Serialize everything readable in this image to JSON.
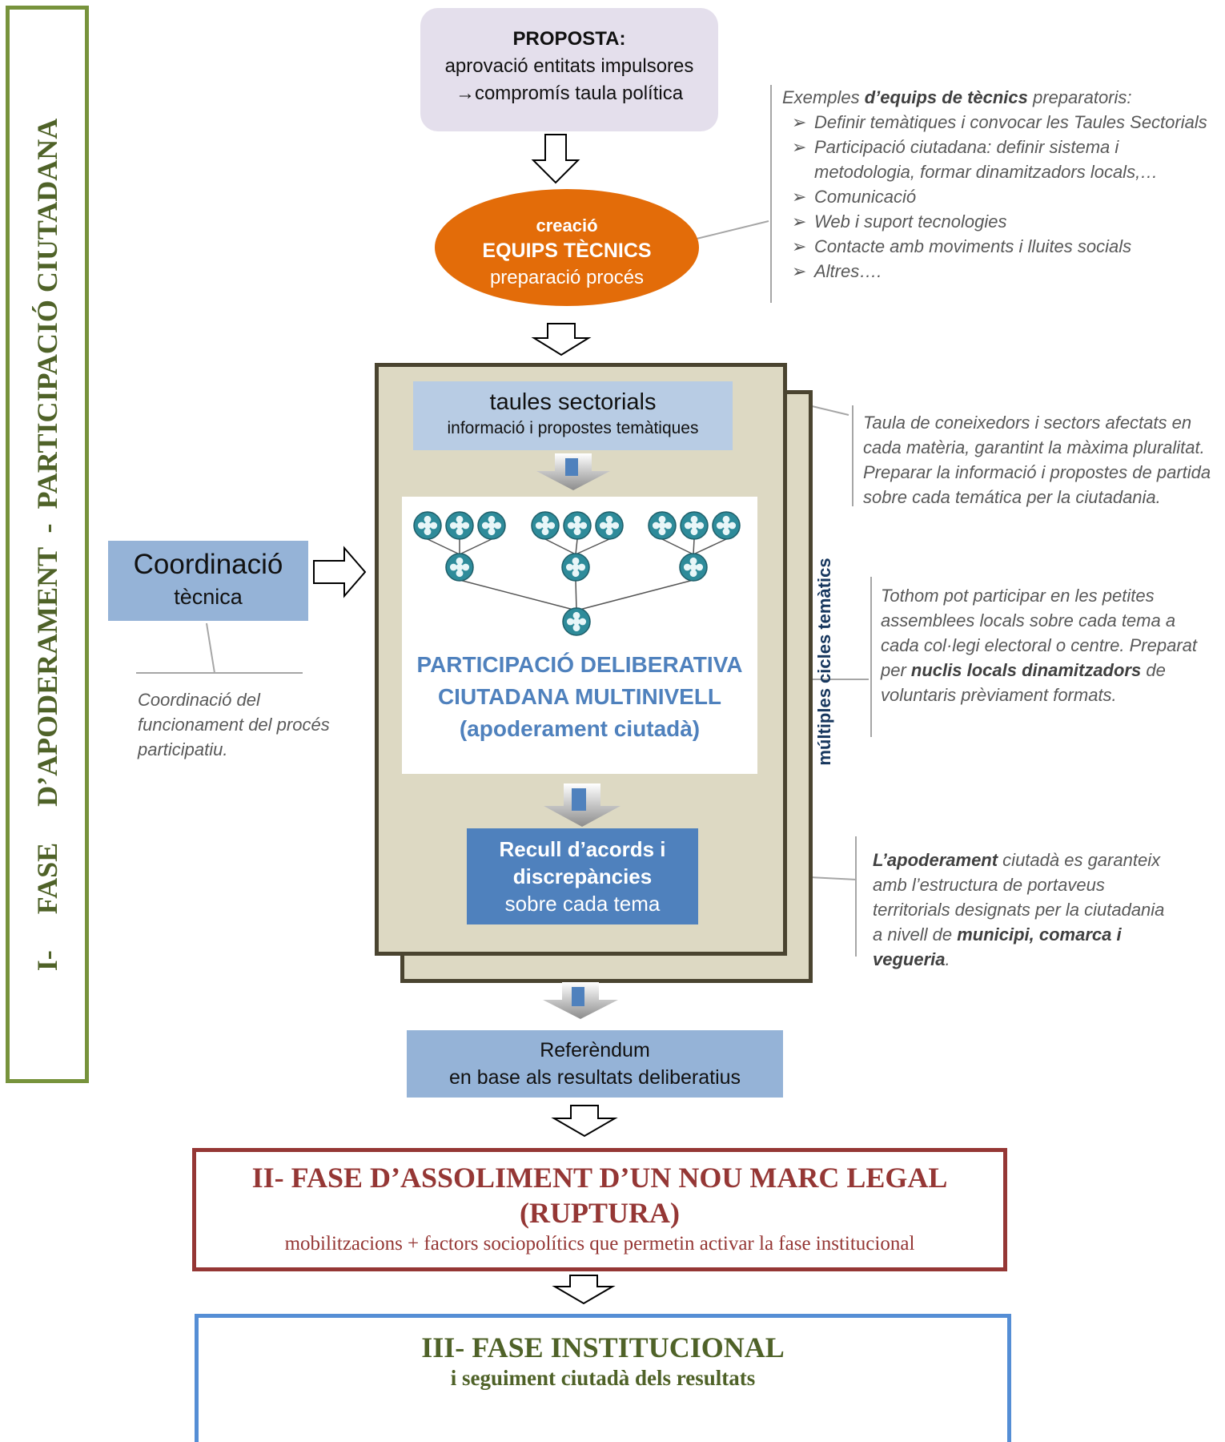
{
  "phase1": {
    "title": "I-     FASE     D’APODERAMENT  -  PARTICIPACIÓ CIUTADANA"
  },
  "proposta": {
    "heading": "PROPOSTA:",
    "line1": "aprovació entitats impulsores",
    "line2": "→compromís taula política"
  },
  "equips": {
    "line1": "creació",
    "line2": "EQUIPS TÈCNICS",
    "line3": "preparació procés"
  },
  "equips_note": {
    "intro_pre": "Exemples ",
    "intro_bold": "d’equips de tècnics",
    "intro_post": " preparatoris:",
    "bullet": "➢",
    "items": [
      "Definir temàtiques i convocar les Taules Sectorials",
      "Participació ciutadana: definir sistema i metodologia, formar dinamitzadors locals,…",
      "Comunicació",
      "Web i suport tecnologies",
      "Contacte amb moviments i lluites socials",
      "Altres…."
    ]
  },
  "taules": {
    "title": "taules sectorials",
    "subtitle": "informació i propostes temàtiques"
  },
  "taules_note": {
    "text": "Taula de coneixedors i sectors afectats en cada matèria, garantint la màxima pluralitat. Preparar la informació i propostes de partida sobre cada temática per la ciutadania."
  },
  "participacio": {
    "line1": "PARTICIPACIÓ DELIBERATIVA",
    "line2": "CIUTADANA MULTINIVELL",
    "line3": "(apoderament ciutadà)"
  },
  "participacio_note": {
    "pre": "Tothom pot participar en les petites assemblees locals sobre cada tema a cada col·legi electoral o centre. Preparat per ",
    "bold": "nuclis locals dinamitzadors",
    "post": " de voluntaris prèviament formats."
  },
  "cicles": "múltiples cicles temàtics",
  "recull": {
    "line1": "Recull d’acords i",
    "line2": "discrepàncies",
    "line3": "sobre cada tema"
  },
  "recull_note": {
    "bold1": "L’apoderament",
    "mid": " ciutadà es garanteix amb l’estructura de portaveus territorials designats per la ciutadania a nivell de ",
    "bold2": "municipi, comarca i vegueria",
    "end": "."
  },
  "coordinacio": {
    "line1": "Coordinació",
    "line2": "tècnica",
    "note": "Coordinació del funcionament del procés participatiu."
  },
  "referendum": {
    "line1": "Referèndum",
    "line2": "en base als resultats deliberatius"
  },
  "phase2": {
    "title": "II- FASE D’ASSOLIMENT D’UN NOU MARC LEGAL (RUPTURA)",
    "subtitle": "mobilitzacions + factors sociopolítics que permetin activar la fase institucional"
  },
  "phase3": {
    "title": "III- FASE INSTITUCIONAL",
    "subtitle": "i seguiment ciutadà dels resultats"
  },
  "colors": {
    "phase1_green": "#77933c",
    "orange": "#e36c09",
    "panel": "#ddd9c3",
    "blue": "#4f81bd",
    "red": "#953735",
    "light_blue": "#558ed5"
  }
}
